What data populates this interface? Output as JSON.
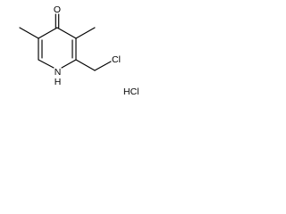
{
  "molecule": {
    "atoms": {
      "oxygen": "O",
      "ring_nitrogen": "N",
      "ring_nitrogen_hydrogen": "H",
      "chlorine": "Cl"
    },
    "salt": "HCl"
  }
}
